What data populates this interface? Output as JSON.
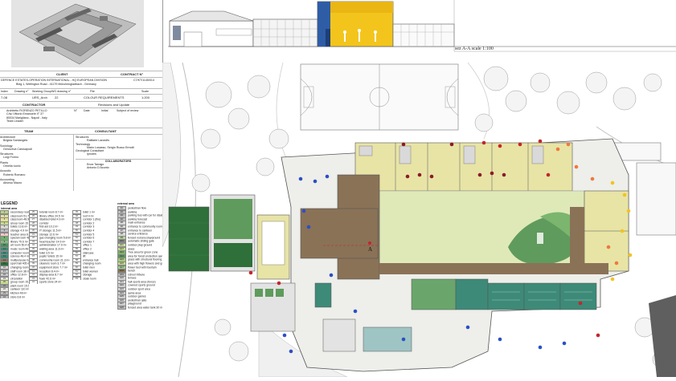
{
  "title_block": {
    "client_label": "CLIENT",
    "contract_label": "CONTRACT N°",
    "client_name": "DEFENCE ESTATES-OPERATION INTERNATIONAL - HQ EUROPEAN DIVISION",
    "client_address": "Bldg 1, Wellington Road - 41179 Mönchengladbach - Germany",
    "contract_no": "C7/KT/1145/014",
    "drawing_headers": [
      "Index",
      "Drawing n°",
      "Working Group",
      "WG drawing n°",
      "File",
      "Scale"
    ],
    "drawing_values": [
      "7-08",
      "",
      "URS_Arch",
      "22",
      "COLOUR REQUIREMENTS",
      "1:200"
    ],
    "contractor_label": "CONTRACTOR",
    "revisions_label": "Revisions and Update",
    "revision_headers": [
      "N°",
      "Date",
      "Initial",
      "Subject of review"
    ],
    "contractor_lines": [
      "Architetto FIORENZO PETILLO",
      "C/so Vittorio Emanuele II° 37",
      "80034 Marigliano - Napoli - Italy",
      "Team Leader"
    ],
    "team_label": "TEAM",
    "consultant_label": "CONSULTANT",
    "team_rows": [
      {
        "role": "Architecture",
        "name": "Brigida Santangelo"
      },
      {
        "role": "Sociology",
        "name": "Genoveva Carosapodi"
      },
      {
        "role": "Structures",
        "name": "Luigi Formo"
      },
      {
        "role": "Plants",
        "name": "Ornella Iuorio"
      },
      {
        "role": "Acoustic",
        "name": "Roberto Romano"
      },
      {
        "role": "Accounting",
        "name": "Alfonso Mauro"
      }
    ],
    "consultant_rows": [
      {
        "role": "Structures",
        "names": "Raffaele Landolfo"
      },
      {
        "role": "Technology",
        "names": "Mario Losasso, Sergio Russo Ermolli"
      },
      {
        "role": "Geological Consultant",
        "names": "Ipnotes"
      }
    ],
    "collaborators_label": "COLLABORATORS",
    "collaborators": [
      "Enza Tarrago",
      "Antonio D'Acunto"
    ]
  },
  "legend": {
    "title": "LEGEND",
    "internal_label": "internal area",
    "external_label": "external area",
    "col1": [
      {
        "code": "1",
        "label": "secondary room 15.8 m²",
        "color": "#b9d486"
      },
      {
        "code": "2",
        "label": "classroom 51.7 m²",
        "color": "#e4e09a"
      },
      {
        "code": "3",
        "label": "classroom 48.9 m²",
        "color": "#e4e09a"
      },
      {
        "code": "4",
        "label": "group room 15 m²",
        "color": "#c9dc8b"
      },
      {
        "code": "5",
        "label": "toilets 13.8 m²",
        "color": "#d6d6d6"
      },
      {
        "code": "6",
        "label": "storage 4.9 m²",
        "color": "#bdbdbd"
      },
      {
        "code": "7",
        "label": "teacher area 8.1 m²",
        "color": "#f0c9c9"
      },
      {
        "code": "8",
        "label": "special room 48 m²",
        "color": "#6db26b"
      },
      {
        "code": "9",
        "label": "library 79.6 m²",
        "color": "#7fbf7a"
      },
      {
        "code": "10",
        "label": "art room 50.4 m²",
        "color": "#4e8f63"
      },
      {
        "code": "11",
        "label": "music room 48 m²",
        "color": "#3d8a78"
      },
      {
        "code": "12",
        "label": "computer room 48.4 m²",
        "color": "#3d8a78"
      },
      {
        "code": "13",
        "label": "science 48.4 m²",
        "color": "#3d8a78"
      },
      {
        "code": "14",
        "label": "multipurpose hall 211 m²",
        "color": "#8a7257"
      },
      {
        "code": "15",
        "label": "sport hall 405 m²",
        "color": "#2f6f3a"
      },
      {
        "code": "16",
        "label": "changing room 22 m²",
        "color": "#d6d6d6"
      },
      {
        "code": "17",
        "label": "staff room 38 m²",
        "color": "#c9c9c9"
      },
      {
        "code": "18",
        "label": "office 12.8 m²",
        "color": "#c9c9c9"
      },
      {
        "code": "19",
        "label": "circulation",
        "color": "#e9e7de"
      },
      {
        "code": "20",
        "label": "group room 15.9 m²",
        "color": "#c9dc8b"
      },
      {
        "code": "21",
        "label": "plant room 15.5 m²",
        "color": "#9a9a9a"
      },
      {
        "code": "22",
        "label": "canteen 110 m²",
        "color": "#e9e7de"
      },
      {
        "code": "23",
        "label": "kitchen 48 m²",
        "color": "#bdbdbd"
      },
      {
        "code": "24",
        "label": "store 6.8 m²",
        "color": "#bdbdbd"
      }
    ],
    "col2": [
      {
        "code": "25",
        "label": "tutorial room 8.7 m²"
      },
      {
        "code": "26",
        "label": "library office 24.5 m²"
      },
      {
        "code": "27",
        "label": "disabled toilet 4.9 m²"
      },
      {
        "code": "28",
        "label": "corridor"
      },
      {
        "code": "29",
        "label": "first aid 10.2 m²"
      },
      {
        "code": "30",
        "label": "IT storage 11.5 m²"
      },
      {
        "code": "31",
        "label": "storage 12.6 m²"
      },
      {
        "code": "32",
        "label": "gas changing room 5.8 m²"
      },
      {
        "code": "33",
        "label": "head teacher 14.9 m²"
      },
      {
        "code": "34",
        "label": "administration 17.9 m²"
      },
      {
        "code": "35",
        "label": "waiting area 11.6 m²"
      },
      {
        "code": "36",
        "label": "toilet 3.5 m²"
      },
      {
        "code": "37",
        "label": "pupils' toilets 15 m²"
      },
      {
        "code": "38",
        "label": "community room 21.3 m²"
      },
      {
        "code": "39",
        "label": "cleaners room 3.7 m²"
      },
      {
        "code": "40",
        "label": "equipment store 7.7 m²"
      },
      {
        "code": "41",
        "label": "reception 8.4 m²"
      },
      {
        "code": "42",
        "label": "display area 8.7 m²"
      },
      {
        "code": "43",
        "label": "foyer 42.6 m²"
      },
      {
        "code": "44",
        "label": "sports store 24 m²"
      }
    ],
    "col3": [
      {
        "code": "45",
        "label": "toilet 1 m²"
      },
      {
        "code": "46",
        "label": "roof 4 m²"
      },
      {
        "code": "47",
        "label": "corridor 1 (fire)"
      },
      {
        "code": "48",
        "label": "corridor 2"
      },
      {
        "code": "49",
        "label": "corridor 3"
      },
      {
        "code": "50",
        "label": "corridor 4"
      },
      {
        "code": "51",
        "label": "corridor 5"
      },
      {
        "code": "52",
        "label": "corridor 6"
      },
      {
        "code": "53",
        "label": "corridor 7"
      },
      {
        "code": "54",
        "label": "office 1"
      },
      {
        "code": "55",
        "label": "office 2"
      },
      {
        "code": "56",
        "label": "staircase"
      },
      {
        "code": "57",
        "label": "lift"
      },
      {
        "code": "58",
        "label": "entrance hall"
      },
      {
        "code": "59",
        "label": "changing room"
      },
      {
        "code": "60",
        "label": "toilet men"
      },
      {
        "code": "61",
        "label": "toilet women"
      },
      {
        "code": "62",
        "label": "storage"
      },
      {
        "code": "63",
        "label": "cloak room"
      }
    ],
    "external": [
      {
        "code": "E1",
        "label": "pedestrian flow",
        "color": "#cfcfcf"
      },
      {
        "code": "E2",
        "label": "parking",
        "color": "#bfbfbf"
      },
      {
        "code": "E3",
        "label": "parking bus with car for disabled",
        "color": "#bfbfbf"
      },
      {
        "code": "E4",
        "label": "parking forecast",
        "color": "#bfbfbf"
      },
      {
        "code": "E5",
        "label": "main entrance",
        "color": "#d9d9d9"
      },
      {
        "code": "E6",
        "label": "entrance to community room",
        "color": "#d9d9d9"
      },
      {
        "code": "E7",
        "label": "entrance to canteen",
        "color": "#d9d9d9"
      },
      {
        "code": "E8",
        "label": "service entrance",
        "color": "#d9d9d9"
      },
      {
        "code": "E9",
        "label": "fenced nursery playground",
        "color": "#b7d69a"
      },
      {
        "code": "E10",
        "label": "automatic sliding gate",
        "color": "#888888"
      },
      {
        "code": "E11",
        "label": "outdoor play ground",
        "color": "#cfe3a5"
      },
      {
        "code": "E12",
        "label": "grass",
        "color": "#c5dd8f"
      },
      {
        "code": "E13",
        "label": "Tree area for green zone",
        "color": "#7fb26a"
      },
      {
        "code": "E14",
        "label": "area for forest protection garden with stone path",
        "color": "#5d9a58"
      },
      {
        "code": "E15",
        "label": "grass with structural flooring",
        "color": "#a9c97c"
      },
      {
        "code": "E16",
        "label": "area with high flowers and garden planting",
        "color": "#c5dd8f"
      },
      {
        "code": "E17",
        "label": "flower bed with fountain",
        "color": "#9ccf8a"
      },
      {
        "code": "E18",
        "label": "bench",
        "color": "#8a7257"
      },
      {
        "code": "E19",
        "label": "school tribune",
        "color": "#bdbdbd"
      },
      {
        "code": "E20",
        "label": "terrace",
        "color": "#d6d6d6"
      },
      {
        "code": "E21",
        "label": "hall sports area (fence)",
        "color": "#e0e0e0"
      },
      {
        "code": "E22",
        "label": "covered sports ground",
        "color": "#cfcfcf"
      },
      {
        "code": "E23",
        "label": "outdoor sport area",
        "color": "#dcdcdc"
      },
      {
        "code": "E24",
        "label": "game area",
        "color": "#cfcfcf"
      },
      {
        "code": "E25",
        "label": "outdoor games",
        "color": "#cfcfcf"
      },
      {
        "code": "E26",
        "label": "pedestrian gate",
        "color": "#cfcfcf"
      },
      {
        "code": "E27",
        "label": "playground",
        "color": "#cfcfcf"
      },
      {
        "code": "E28",
        "label": "fenced area water tank 30 m³",
        "color": "#bdbdbd"
      }
    ]
  },
  "section": {
    "label": "sez A-A scale 1:100"
  },
  "plan": {
    "section_marker": "A",
    "colors": {
      "grass": "#c8dc95",
      "courtyard": "#dfe9b8",
      "hall_brown": "#8a7257",
      "sport_green": "#2f6f3a",
      "special_green": "#6aa66c",
      "classroom_yellow": "#e8e4a6",
      "road": "#e5e5e5",
      "building_outline": "#666666",
      "blue_dot": "#2b4fc6",
      "red_dot": "#c4252b",
      "dark_red_dot": "#8c1a2a",
      "orange_dot": "#ee7a3a",
      "yellow_dot": "#f2c320",
      "section_yellow": "#f3c51c",
      "section_blue": "#2e5da6"
    }
  }
}
